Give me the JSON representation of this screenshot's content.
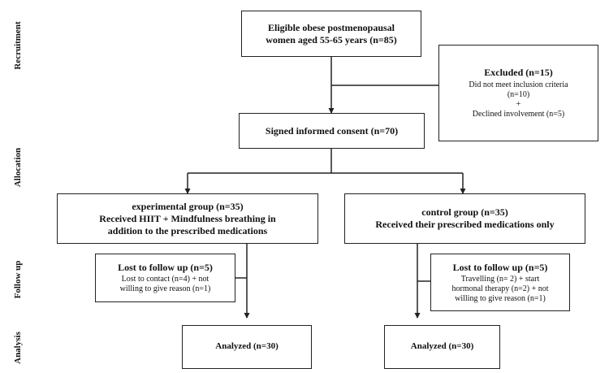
{
  "phases": {
    "recruitment": "Recruitment",
    "allocation": "Allocation",
    "follow_up": "Follow up",
    "analysis": "Analysis"
  },
  "eligible": {
    "line1": "Eligible  obese postmenopausal",
    "line2": "women aged 55-65 years (n=85)"
  },
  "excluded": {
    "title": "Excluded  (n=15)",
    "line1": "Did not meet inclusion criteria",
    "line2": "(n=10)",
    "plus": "+",
    "line3": "Declined involvement  (n=5)"
  },
  "consent": {
    "label": "Signed informed  consent (n=70)"
  },
  "experimental": {
    "line1": "experimental   group  (n=35)",
    "line2": "Received HIIT + Mindfulness breathing  in",
    "line3": "addition to the prescribed  medications"
  },
  "control": {
    "line1": "control group  (n=35)",
    "line2": "Received their prescribed  medications  only"
  },
  "lost_exp": {
    "title": "Lost to follow up  (n=5)",
    "line1": "Lost to contact (n=4) + not",
    "line2": "willing  to give reason  (n=1)"
  },
  "lost_ctrl": {
    "title": "Lost to follow up  (n=5)",
    "line1": "Travelling  (n= 2) + start",
    "line2": "hormonal therapy (n=2) + not",
    "line3": "willing  to give reason  (n=1)"
  },
  "analyzed_exp": {
    "label": "Analyzed  (n=30)"
  },
  "analyzed_ctrl": {
    "label": "Analyzed  (n=30)"
  }
}
